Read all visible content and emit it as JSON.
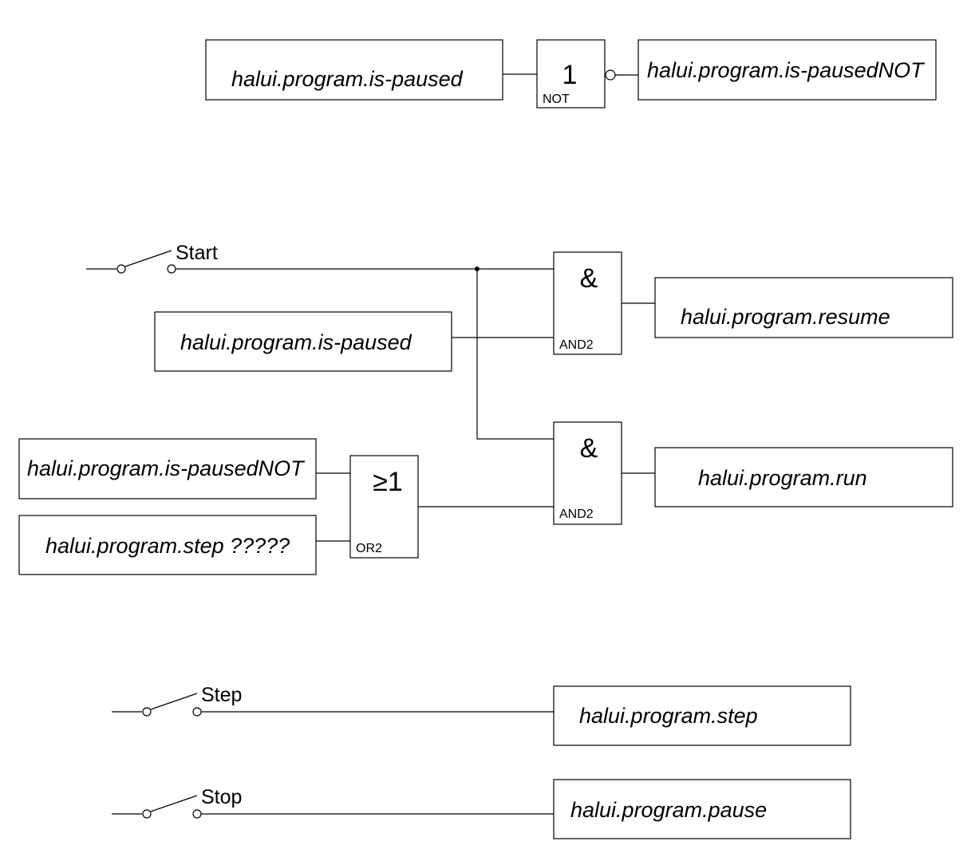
{
  "not_block": {
    "input": "halui.program.is-paused",
    "symbol": "1",
    "name": "NOT",
    "output": "halui.program.is-pausedNOT"
  },
  "start_switch": {
    "label": "Start"
  },
  "and_resume": {
    "input": "halui.program.is-paused",
    "symbol": "&",
    "name": "AND2",
    "output": "halui.program.resume"
  },
  "or_block": {
    "input_1": "halui.program.is-pausedNOT",
    "input_2": "halui.program.step ?????",
    "symbol": "≥1",
    "name": "OR2"
  },
  "and_run": {
    "symbol": "&",
    "name": "AND2",
    "output": "halui.program.run"
  },
  "step_switch": {
    "label": "Step",
    "output": "halui.program.step"
  },
  "stop_switch": {
    "label": "Stop",
    "output": "halui.program.pause"
  }
}
